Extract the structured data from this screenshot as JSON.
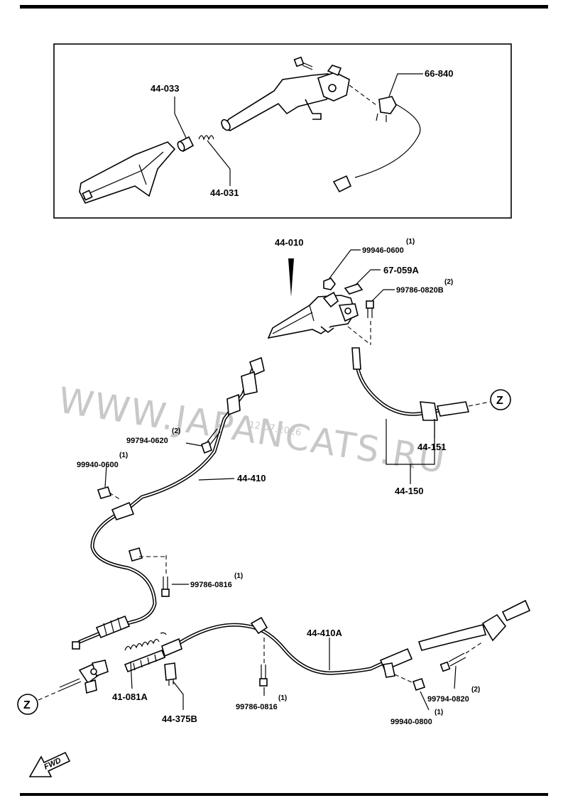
{
  "parts": {
    "p44_033": "44-033",
    "p44_031": "44-031",
    "p66_840": "66-840",
    "p44_010": "44-010",
    "p99946_0600": "99946-0600",
    "p99946_0600_qty": "(1)",
    "p67_059A": "67-059A",
    "p99786_0820B": "99786-0820B",
    "p99786_0820B_qty": "(2)",
    "p99794_0620": "99794-0620",
    "p99794_0620_qty": "(2)",
    "p99940_0600_upper": "99940-0600",
    "p99940_0600_upper_qty": "(1)",
    "p44_410": "44-410",
    "p44_151": "44-151",
    "p44_150": "44-150",
    "p99786_0816_upper": "99786-0816",
    "p99786_0816_upper_qty": "(1)",
    "p44_410A": "44-410A",
    "p41_081A": "41-081A",
    "p44_375B": "44-375B",
    "p99786_0816_lower": "99786-0816",
    "p99786_0816_lower_qty": "(1)",
    "p99794_0820": "99794-0820",
    "p99794_0820_qty": "(2)",
    "p99940_0800": "99940-0800",
    "p99940_0800_qty": "(1)"
  },
  "markers": {
    "z_right": "Z",
    "z_left": "Z",
    "fwd": "FWD"
  },
  "watermark": {
    "text": "WWW.JAPANCATS.RU",
    "date": "12.07.2026"
  }
}
